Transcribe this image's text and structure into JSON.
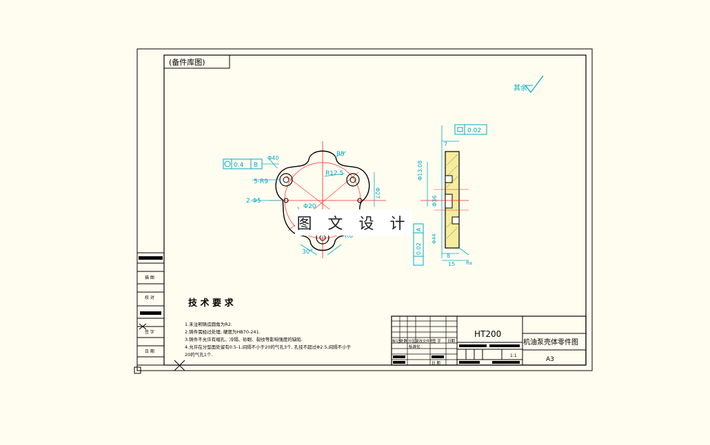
{
  "title_box": {
    "label": "(备件库图)"
  },
  "surface_finish": {
    "label": "其余"
  },
  "front_view": {
    "tolerance_frame": {
      "value": "0.4",
      "datum": "B"
    },
    "dims": {
      "r5": "R5",
      "r125": "R12.5",
      "holes_a": "5-R9",
      "holes_b": "2-Φ5",
      "d20": "Φ20",
      "d27": "Φ27",
      "angle": "30°",
      "r6": "R6",
      "d40": "Φ40"
    }
  },
  "side_view": {
    "flatness": {
      "value": "0.02"
    },
    "runout": {
      "value": "0.02",
      "datum": "A"
    },
    "dims": {
      "t7": "7",
      "d13": "Φ13.08",
      "d36": "Φ36",
      "d8": "8",
      "d15": "15",
      "ra": "Ra",
      "d44": "Φ44"
    }
  },
  "tech_req": {
    "heading": "技 术 要 求",
    "items": [
      "1.未注明铸造圆角为R2.",
      "2.铸件需经过处理, 硬度为HB70-241.",
      "3.铸件不允许有缩孔、冷隔、砂眼、裂纹等影响强度的缺陷.",
      "4.允许在分型面处留有0.5-1,间隔不小于20的气孔3个, 孔径不超过Φ2.5,间隔不小于",
      "20的气孔1个."
    ]
  },
  "left_column": {
    "labels": [
      "描 图",
      "校 对",
      "签 字",
      "日 期"
    ]
  },
  "title_block": {
    "material": "HT200",
    "part_name": "机油泵壳体零件图",
    "sheet_size": "A3",
    "scale": "1:1",
    "headers": [
      "标记",
      "处数",
      "分区",
      "更改文件号",
      "签 字",
      "日期"
    ],
    "std_label": "标准化",
    "date_label": "日 期"
  },
  "watermark": {
    "text": "图 文 设 计"
  }
}
